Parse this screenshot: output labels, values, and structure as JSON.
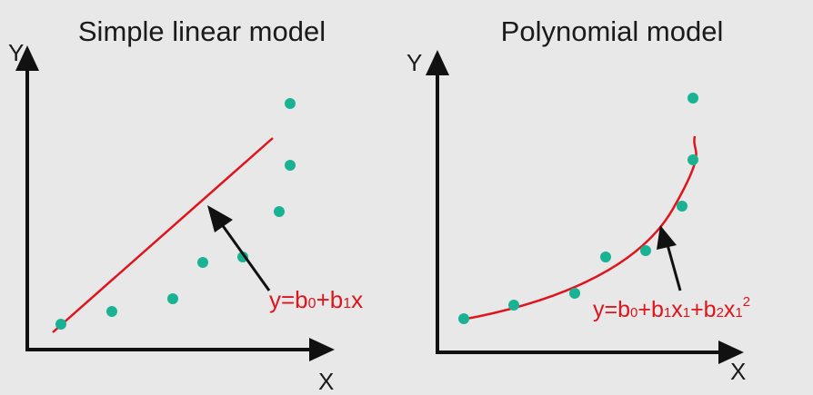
{
  "left_panel": {
    "title": "Simple linear model",
    "y_axis_label": "Y",
    "x_axis_label": "X",
    "equation": {
      "prefix": "y=b",
      "sub0": "0",
      "mid": "+b",
      "sub1": "1",
      "suffix": "x"
    }
  },
  "right_panel": {
    "title": "Polynomial model",
    "y_axis_label": "Y",
    "x_axis_label": "X",
    "equation": {
      "prefix": "y=b",
      "sub0": "0",
      "plus1": "+b",
      "sub1": "1",
      "x1": "x",
      "sub1b": "1",
      "plus2": "+b",
      "sub2": "2",
      "x2": "x",
      "sub1c": "1",
      "sup": "2"
    }
  },
  "colors": {
    "background": "#e8e8e8",
    "axis": "#111111",
    "data_point": "#19b394",
    "model_line": "#e0141b",
    "equation_text": "#e0141b"
  }
}
